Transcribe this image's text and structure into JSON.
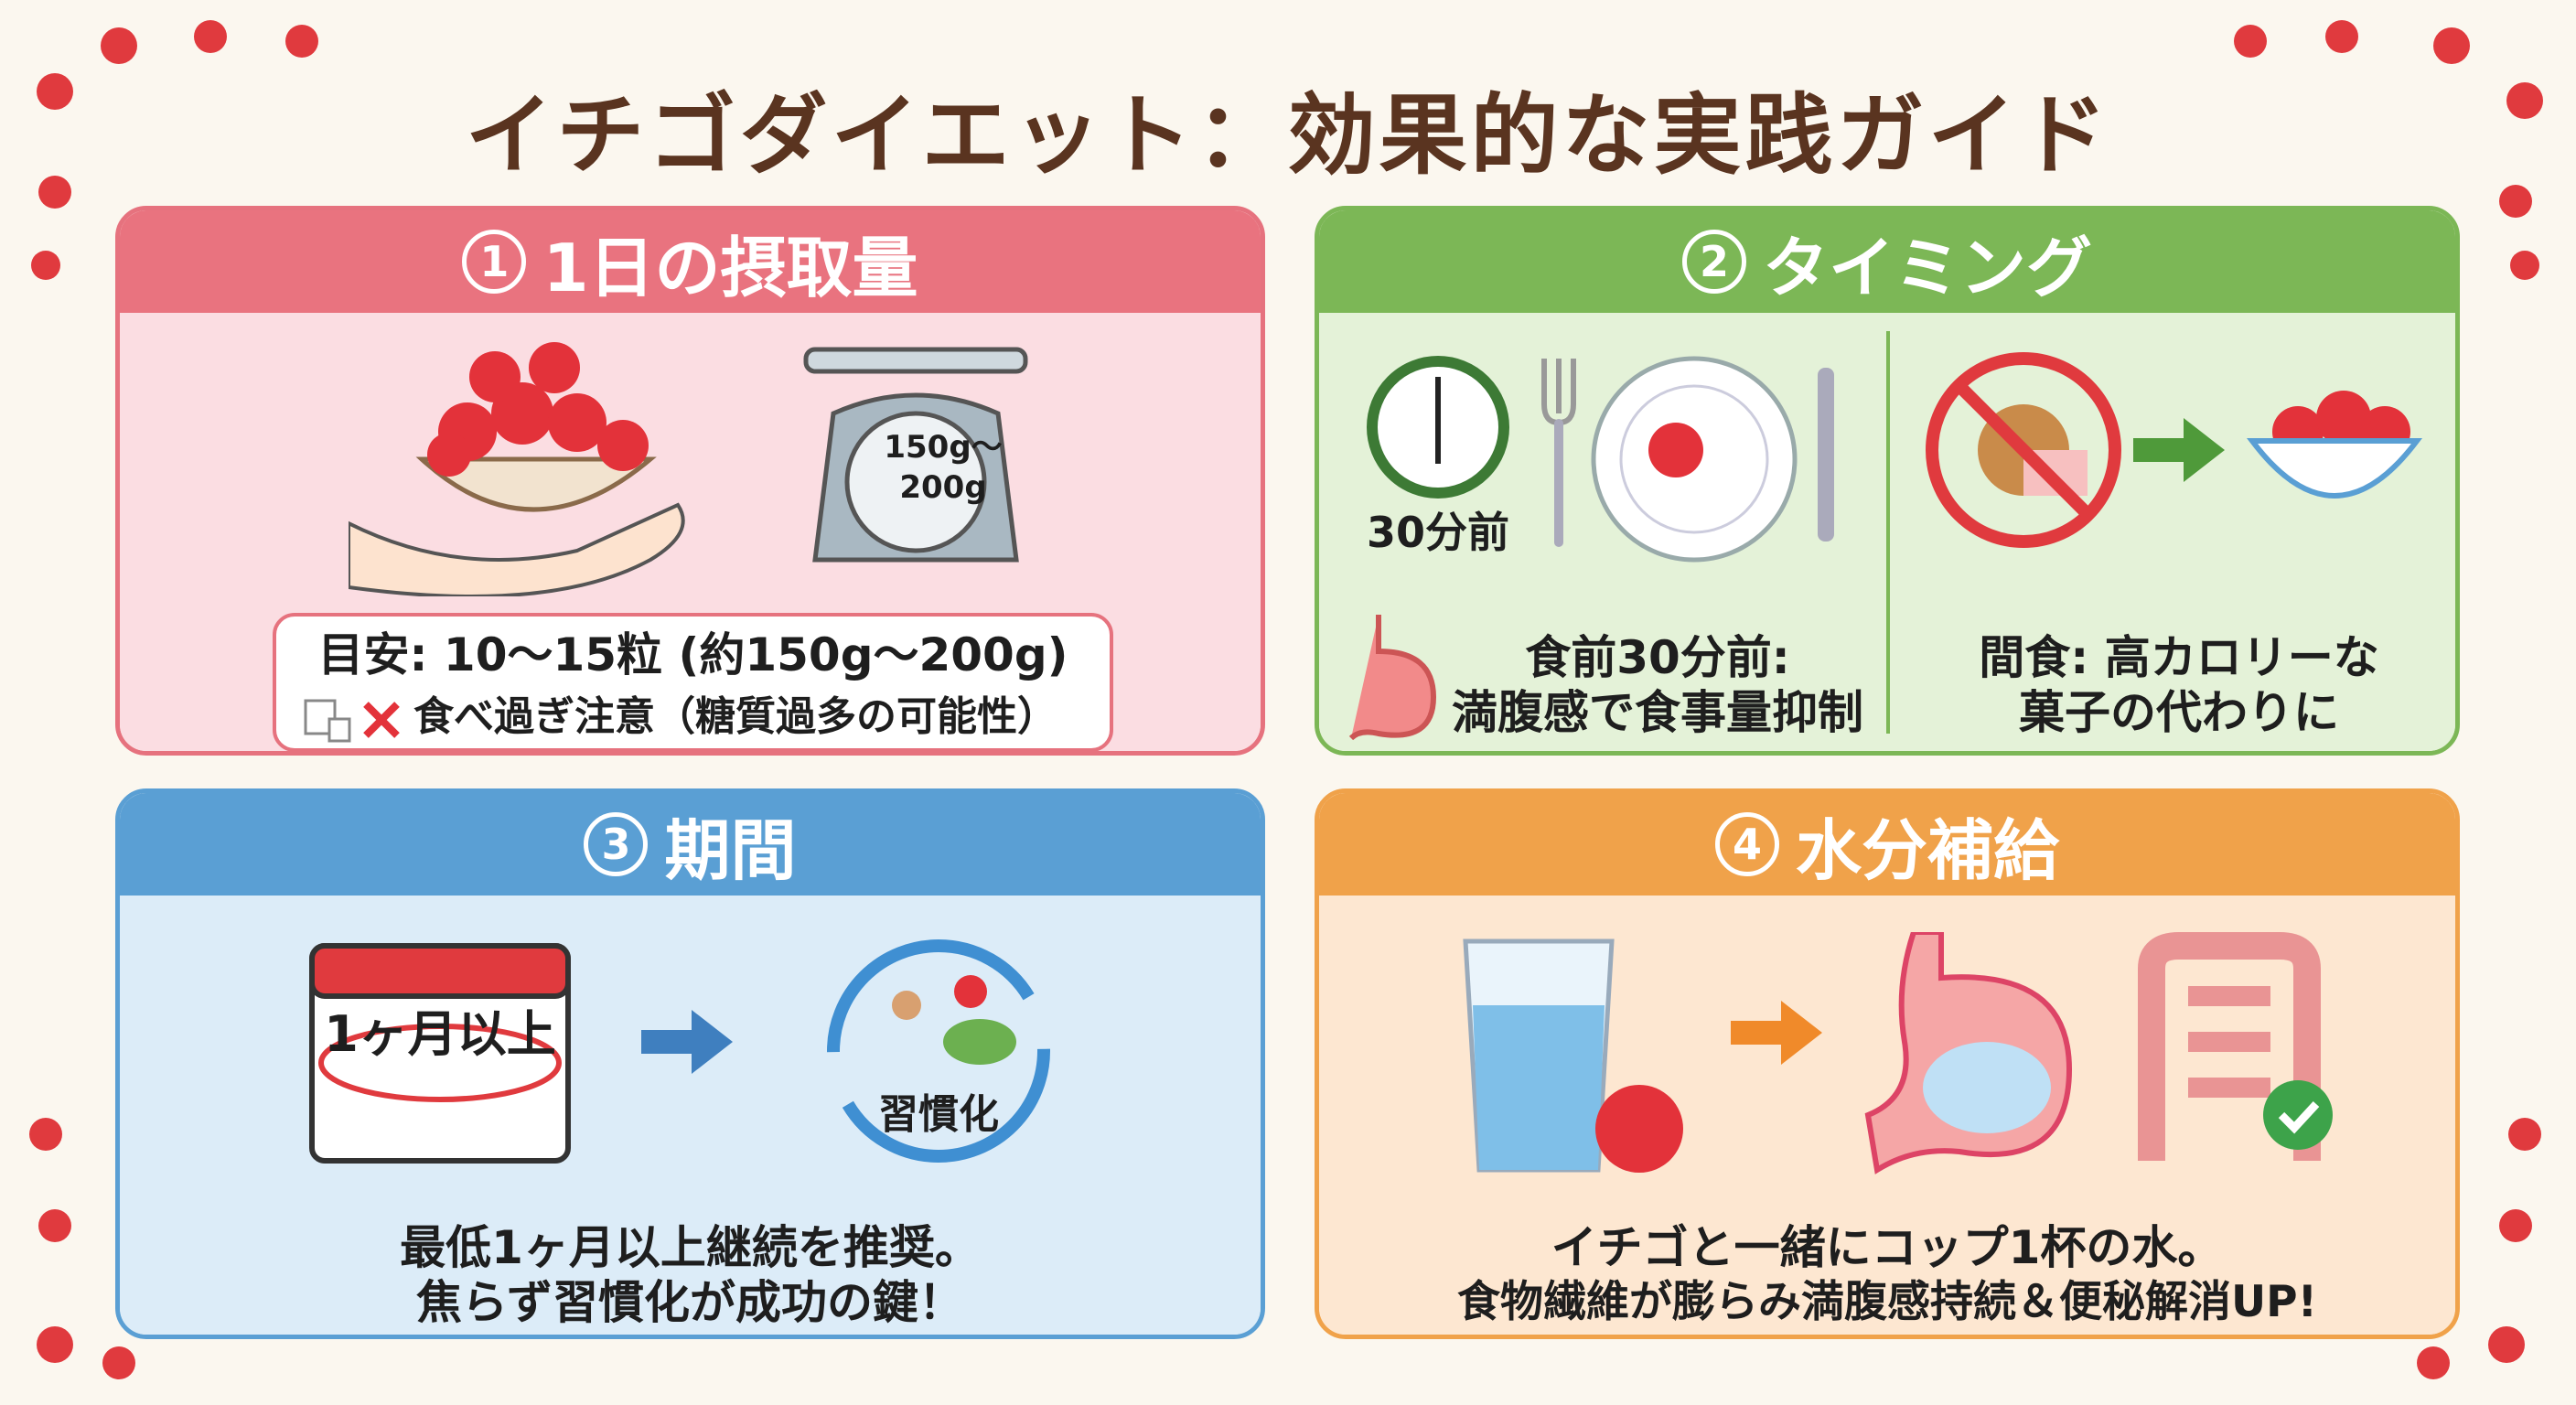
{
  "title": "イチゴダイエット：効果的な実践ガイド",
  "colors": {
    "background": "#fbf7ef",
    "title": "#5a3420",
    "pink": "#e9737f",
    "green": "#7cb756",
    "blue": "#5a9fd4",
    "orange": "#f0a24a"
  },
  "panels": [
    {
      "num": "1",
      "title": "1日の摂取量",
      "scale_label_1": "150g〜",
      "scale_label_2": "200g",
      "line1": "目安: 10〜15粒 (約150g〜200g)",
      "line2": "食べ過ぎ注意（糖質過多の可能性）",
      "icons": [
        "strawberry-bowl-icon",
        "hand-icon",
        "kitchen-scale-icon",
        "sugar-cube-icon",
        "cross-icon"
      ]
    },
    {
      "num": "2",
      "title": "タイミング",
      "clock_label": "30分前",
      "left_line1": "食前30分前:",
      "left_line2": "満腹感で食事量抑制",
      "right_line1": "間食: 高カロリーな",
      "right_line2": "菓子の代わりに",
      "icons": [
        "clock-icon",
        "fork-icon",
        "plate-icon",
        "knife-icon",
        "stomach-icon",
        "no-snack-icon",
        "arrow-right-icon",
        "strawberry-bowl-icon"
      ]
    },
    {
      "num": "3",
      "title": "期間",
      "calendar_label": "1ヶ月以上",
      "cycle_label": "習慣化",
      "line1": "最低1ヶ月以上継続を推奨。",
      "line2": "焦らず習慣化が成功の鍵！",
      "icons": [
        "calendar-icon",
        "arrow-right-icon",
        "cycle-icon",
        "runner-icon",
        "salad-icon"
      ]
    },
    {
      "num": "4",
      "title": "水分補給",
      "line1": "イチゴと一緒にコップ1杯の水。",
      "line2": "食物繊維が膨らみ満腹感持続＆便秘解消UP!",
      "icons": [
        "water-glass-icon",
        "strawberry-icon",
        "arrow-right-icon",
        "stomach-icon",
        "intestine-icon",
        "check-icon"
      ]
    }
  ]
}
